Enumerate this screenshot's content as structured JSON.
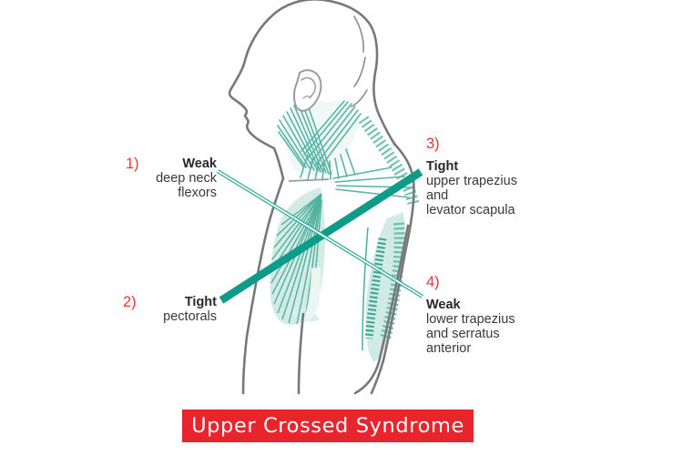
{
  "banner": {
    "label": "Upper Crossed Syndrome"
  },
  "annotations": [
    {
      "number": "1)",
      "status": "Weak",
      "detail_lines": [
        "deep neck",
        "flexors"
      ]
    },
    {
      "number": "2)",
      "status": "Tight",
      "detail_lines": [
        "pectorals"
      ]
    },
    {
      "number": "3)",
      "status": "Tight",
      "detail_lines": [
        "upper trapezius",
        "and",
        "levator scapula"
      ]
    },
    {
      "number": "4)",
      "status": "Weak",
      "detail_lines": [
        "lower trapezius",
        "and serratus",
        "anterior"
      ]
    }
  ],
  "colors": {
    "accent_teal": "#0e9b8a",
    "muscle_stroke_teal": "#4aae9e",
    "muscle_fill_teal": "#d3ebe4",
    "outline_gray": "#76787a",
    "number_red": "#e8353c",
    "banner_red": "#e8242c",
    "banner_text": "#ffffff",
    "label_text": "#2a2627"
  }
}
